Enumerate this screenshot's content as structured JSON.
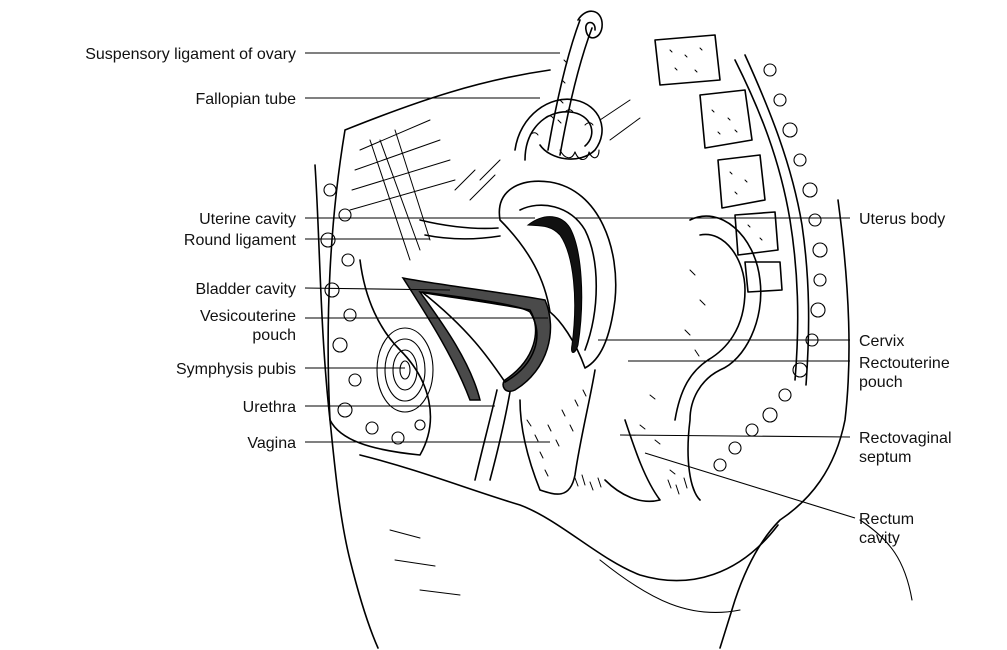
{
  "colors": {
    "ink": "#000000",
    "background": "#ffffff",
    "bladder_wall": "#4a4a4a"
  },
  "labels": {
    "suspensory_ligament": "Suspensory ligament of ovary",
    "fallopian_tube": "Fallopian tube",
    "uterine_cavity": "Uterine cavity",
    "round_ligament": "Round ligament",
    "bladder_cavity": "Bladder cavity",
    "vesicouterine_line1": "Vesicouterine",
    "vesicouterine_line2": "pouch",
    "symphysis_pubis": "Symphysis pubis",
    "urethra": "Urethra",
    "vagina": "Vagina",
    "uterus_body": "Uterus body",
    "cervix": "Cervix",
    "rectouterine_line1": "Rectouterine",
    "rectouterine_line2": "pouch",
    "rectovaginal_line1": "Rectovaginal",
    "rectovaginal_line2": "septum",
    "rectum_line1": "Rectum",
    "rectum_line2": "cavity"
  }
}
